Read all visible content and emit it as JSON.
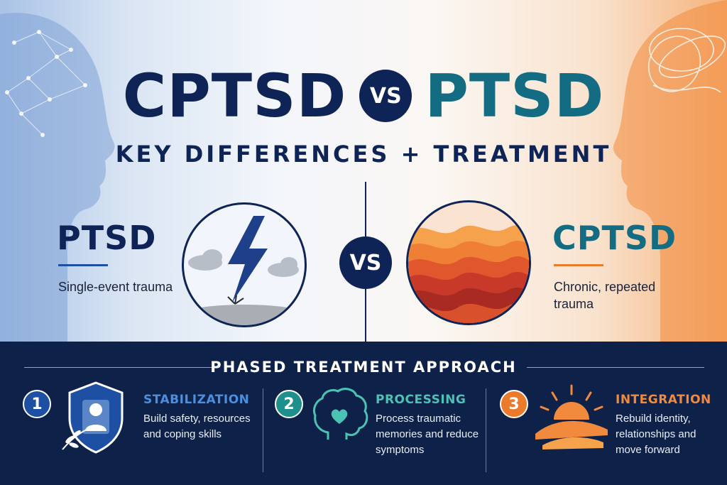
{
  "header": {
    "title_left": "CPTSD",
    "title_vs": "VS",
    "title_right": "PTSD",
    "subtitle": "KEY DIFFERENCES + TREATMENT"
  },
  "comparison": {
    "left": {
      "label": "PTSD",
      "description": "Single-event trauma",
      "icon": "lightning-storm-icon"
    },
    "center_vs": "VS",
    "right": {
      "label": "CPTSD",
      "description": "Chronic, repeated trauma",
      "icon": "waves-layers-icon"
    }
  },
  "treatment": {
    "section_title": "PHASED TREATMENT APPROACH",
    "phases": [
      {
        "number": "1",
        "title": "STABILIZATION",
        "description": "Build safety, resources and coping skills",
        "icon": "shield-person-icon",
        "color": "#4a8fe0"
      },
      {
        "number": "2",
        "title": "PROCESSING",
        "description": "Process traumatic memories and reduce symptoms",
        "icon": "brain-heart-icon",
        "color": "#4bc3b4"
      },
      {
        "number": "3",
        "title": "INTEGRATION",
        "description": "Rebuild identity, relationships and move forward",
        "icon": "sunrise-icon",
        "color": "#f28a3d"
      }
    ]
  },
  "colors": {
    "navy": "#0f2456",
    "teal": "#136c82",
    "orange": "#ea7a2c",
    "blue": "#1d4fa3"
  }
}
